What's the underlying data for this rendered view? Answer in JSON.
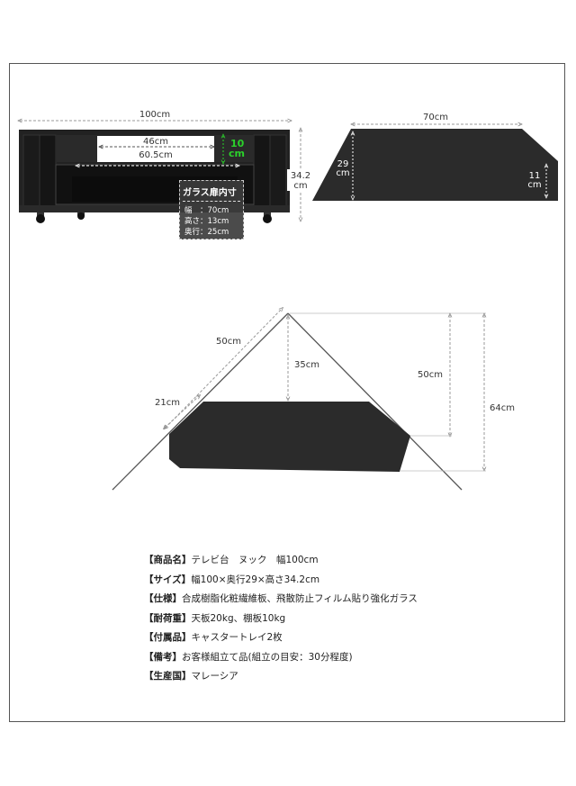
{
  "top_view": {
    "width_label": "100cm",
    "inner_width_label": "46cm",
    "drawer_width_label": "60.5cm",
    "inner_height_label_num": "10",
    "inner_height_label_unit": "cm",
    "height_label_num": "34.2",
    "height_label_unit": "cm"
  },
  "glass_door": {
    "title": "ガラス扉内寸",
    "width": "幅　：70cm",
    "height": "高さ：13cm",
    "depth": "奥行：25cm"
  },
  "top_plate": {
    "width_label": "70cm",
    "depth_label_num": "29",
    "depth_label_unit": "cm",
    "side_label_num": "11",
    "side_label_unit": "cm"
  },
  "corner_diagram": {
    "side_label": "50cm",
    "short_side_label": "21cm",
    "inner_depth_label": "35cm",
    "right_inner_label": "50cm",
    "right_total_label": "64cm"
  },
  "specs": [
    {
      "label": "【商品名】",
      "value": "テレビ台　ヌック　幅100cm"
    },
    {
      "label": "【サイズ】",
      "value": "幅100×奥行29×高さ34.2cm"
    },
    {
      "label": "【仕様】",
      "value": "合成樹脂化粧繊維板、飛散防止フィルム貼り強化ガラス"
    },
    {
      "label": "【耐荷重】",
      "value": "天板20kg、棚板10kg"
    },
    {
      "label": "【付属品】",
      "value": "キャスタートレイ2枚"
    },
    {
      "label": "【備考】",
      "value": "お客様組立て品(組立の目安：30分程度)"
    },
    {
      "label": "【生産国】",
      "value": "マレーシア"
    }
  ]
}
